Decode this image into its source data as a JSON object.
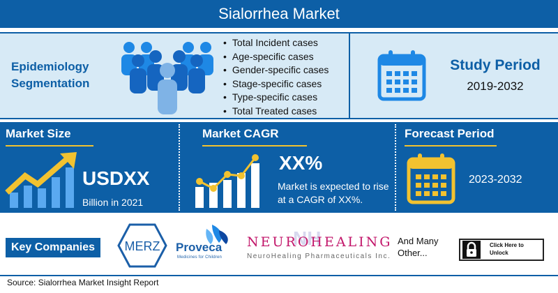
{
  "title": "Sialorrhea Market",
  "epidemiology": {
    "title": "Epidemiology Segmentation",
    "items": [
      "Total Incident cases",
      "Age-specific cases",
      "Gender-specific cases",
      "Stage-specific cases",
      "Type-specific cases",
      "Total Treated cases"
    ],
    "icon": "people-group-icon"
  },
  "study_period": {
    "title": "Study Period",
    "years": "2019-2032",
    "icon": "calendar-icon"
  },
  "market_size": {
    "title": "Market Size",
    "value": "USDXX",
    "sub": "Billion in 2021",
    "icon": "growth-chart-icon"
  },
  "market_cagr": {
    "title": "Market CAGR",
    "value": "XX%",
    "sub": "Market is expected to rise at a CAGR of XX%.",
    "icon": "bar-chart-icon"
  },
  "forecast": {
    "title": "Forecast Period",
    "years": "2023-2032",
    "icon": "calendar-icon"
  },
  "key_companies": {
    "label": "Key Companies",
    "companies": [
      {
        "name": "MERZ"
      },
      {
        "name": "Proveca",
        "tagline": "Medicines for Children"
      },
      {
        "name": "NeuroHealing",
        "tagline": "NeuroHealing Pharmaceuticals Inc.",
        "mark": "NH"
      }
    ],
    "more": "And Many Other...",
    "unlock": "Click Here to Unlock"
  },
  "source": "Source: Sialorrhea Market Insight Report",
  "colors": {
    "primary": "#0d5fa6",
    "light": "#d7eaf6",
    "accent": "#f2c230",
    "magenta": "#c2166a"
  }
}
